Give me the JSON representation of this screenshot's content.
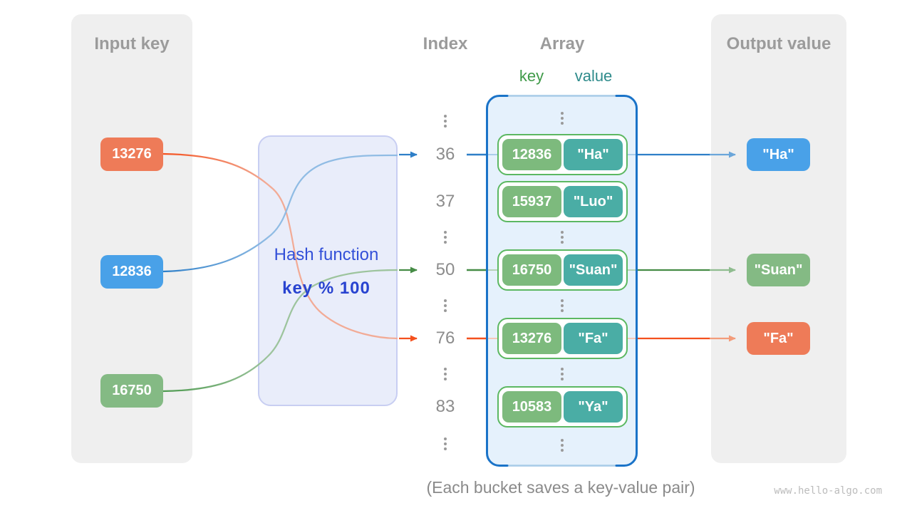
{
  "input_panel": {
    "title": "Input key",
    "keys": [
      "13276",
      "12836",
      "16750"
    ]
  },
  "hash_box": {
    "title": "Hash function",
    "formula": "key % 100"
  },
  "index_column": {
    "title": "Index"
  },
  "array_column": {
    "title": "Array",
    "key_label": "key",
    "value_label": "value"
  },
  "rows": [
    {
      "index": "36",
      "key": "12836",
      "value": "\"Ha\""
    },
    {
      "index": "37",
      "key": "15937",
      "value": "\"Luo\""
    },
    {
      "index": "50",
      "key": "16750",
      "value": "\"Suan\""
    },
    {
      "index": "76",
      "key": "13276",
      "value": "\"Fa\""
    },
    {
      "index": "83",
      "key": "10583",
      "value": "\"Ya\""
    }
  ],
  "output_panel": {
    "title": "Output value",
    "values": [
      "\"Ha\"",
      "\"Suan\"",
      "\"Fa\""
    ]
  },
  "caption": "(Each bucket saves a key-value pair)",
  "watermark": "www.hello-algo.com",
  "colors": {
    "orange_box": "#ee7b58",
    "blue_box": "#49a1e8",
    "green_box": "#84ba84",
    "key_cell_green": "#7dba7d",
    "value_cell_teal": "#4aada5",
    "bucket_border_green": "#5cb862",
    "array_container_fill": "#e5f1fc",
    "array_container_border_blue": "#1a73c8",
    "hash_box_fill": "#e9edfa",
    "hash_box_border": "#c8cef2",
    "hash_text_blue": "#3350d8",
    "panel_gray": "#efefef",
    "title_gray": "#9b9b9b",
    "arrow_blue": "#2e7fc8",
    "arrow_green": "#468c46",
    "arrow_orange": "#f4511e"
  }
}
